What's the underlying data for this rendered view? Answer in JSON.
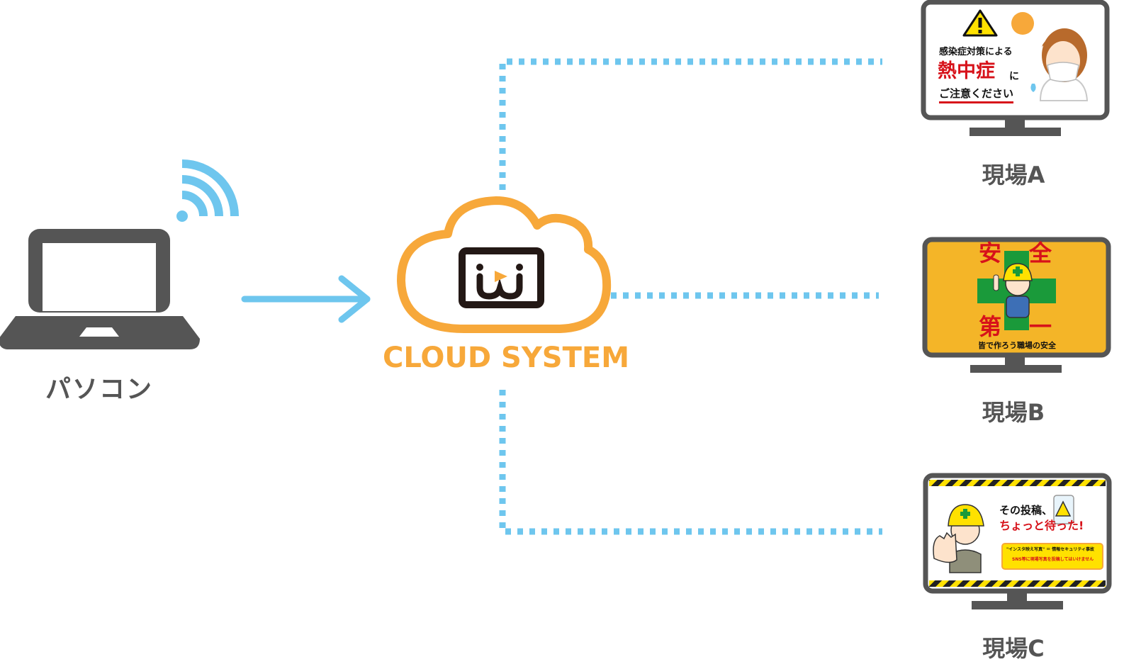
{
  "pc": {
    "label": "パソコン",
    "icon": "laptop-icon",
    "signal_icon": "wifi-icon"
  },
  "cloud": {
    "label": "CLOUD SYSTEM",
    "icon": "cloud-icon",
    "logo_icon": "iw-logo-icon"
  },
  "sites": [
    {
      "label": "現場A",
      "screen": {
        "line1": "感染症対策による",
        "headline": "熱中症",
        "headline_suffix": "に",
        "line3": "ご注意ください"
      }
    },
    {
      "label": "現場B",
      "screen": {
        "chars": [
          "安",
          "全",
          "第",
          "一"
        ],
        "footer": "皆で作ろう職場の安全"
      }
    },
    {
      "label": "現場C",
      "screen": {
        "line1": "その投稿、",
        "line2": "ちょっと待った!",
        "note_title": "\"インスタ映え写真\" ＝ 情報セキュリティ事故",
        "note_body": "SNS等に現場写真を投稿してはいけません"
      }
    }
  ],
  "colors": {
    "accent_orange": "#f7a83a",
    "connector_blue": "#6ec6ee",
    "device_gray": "#555555",
    "warning_red": "#d7121a",
    "safety_green": "#1a9a3a",
    "screen_b_bg": "#f4b528"
  }
}
